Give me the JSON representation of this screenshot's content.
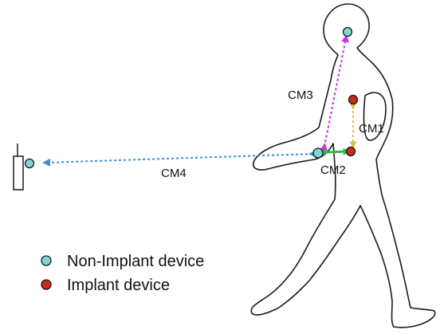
{
  "diagram": {
    "links": {
      "cm1": "CM1",
      "cm2": "CM2",
      "cm3": "CM3",
      "cm4": "CM4"
    },
    "legend": {
      "non_implant": "Non-Implant device",
      "implant": "Implant device"
    }
  },
  "colors": {
    "non_implant": "#7fd6d6",
    "implant": "#cc2a1c",
    "cm1": "#e0c03a",
    "cm2": "#33b84a",
    "cm3": "#c83ad6",
    "cm4": "#3a8fd6",
    "outline": "#1a1a1a"
  }
}
